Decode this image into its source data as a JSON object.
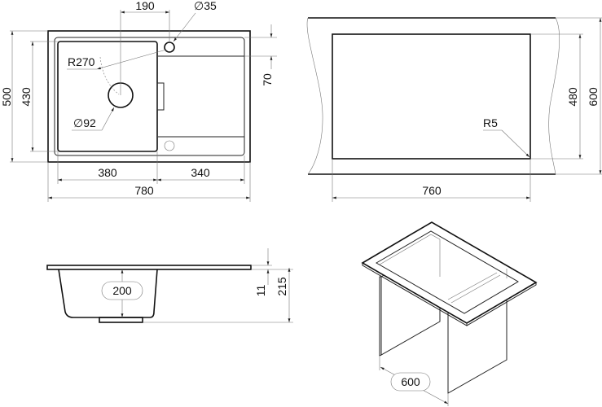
{
  "top_view": {
    "dim_width_total": "780",
    "dim_bowl_width": "380",
    "dim_drainer_width": "340",
    "dim_depth_total": "500",
    "dim_bowl_depth": "430",
    "dim_tap_offset": "190",
    "dim_tap_hole": "∅35",
    "dim_radius": "R270",
    "dim_drain": "∅92",
    "dim_edge": "70"
  },
  "cutout_view": {
    "dim_cutout_width": "760",
    "dim_cutout_depth": "480",
    "dim_cabinet_depth": "600",
    "dim_corner_radius": "R5"
  },
  "side_view": {
    "dim_bowl_depth": "200",
    "dim_rim": "11",
    "dim_total_height": "215"
  },
  "cabinet_view": {
    "dim_cabinet_width": "600"
  }
}
